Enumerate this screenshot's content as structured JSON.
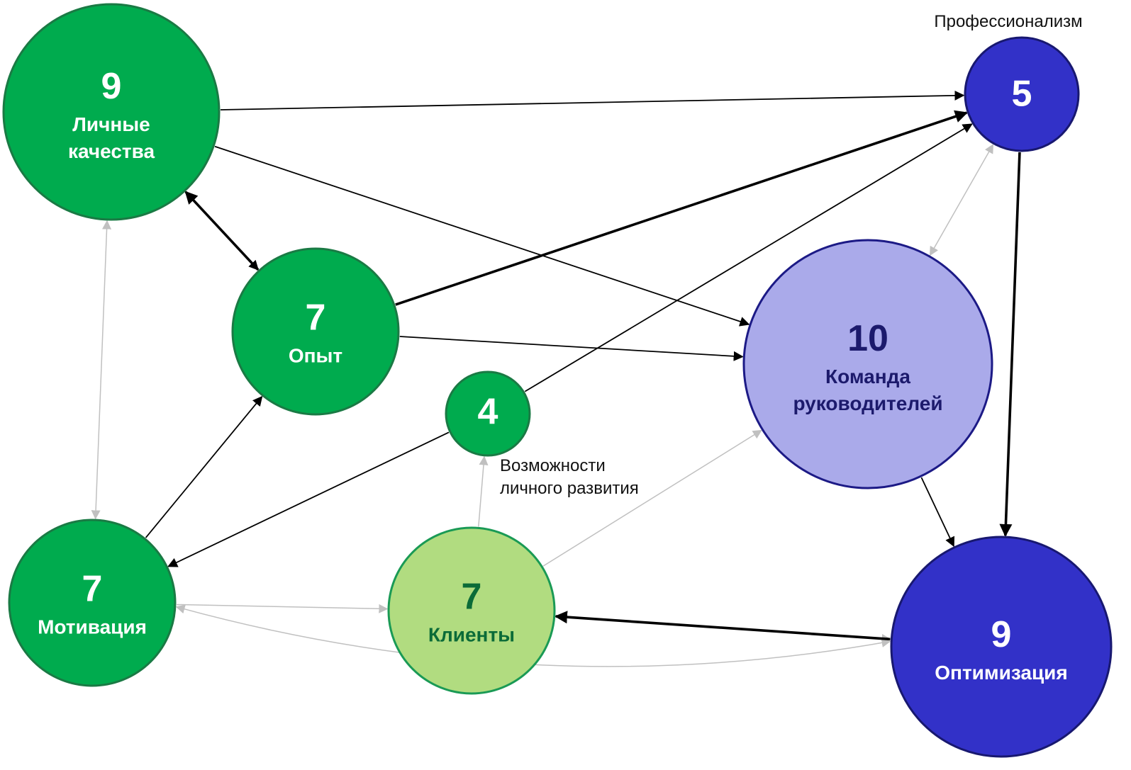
{
  "colors": {
    "green_dark": "#00ab4e",
    "green_light": "#b1dc80",
    "blue_dark": "#3231c8",
    "blue_light": "#aaaaea",
    "strong_edge": "#000000",
    "weak_edge": "#c0c0c0"
  },
  "nodes": [
    {
      "id": "personal",
      "score": "9",
      "label": [
        "Личные",
        "качества"
      ],
      "style": "green_dark"
    },
    {
      "id": "experience",
      "score": "7",
      "label": [
        "Опыт"
      ],
      "style": "green_dark"
    },
    {
      "id": "growth",
      "score": "4",
      "label": [],
      "style": "green_dark",
      "caption": [
        "Возможности",
        "личного развития"
      ]
    },
    {
      "id": "motivation",
      "score": "7",
      "label": [
        "Мотивация"
      ],
      "style": "green_dark"
    },
    {
      "id": "clients",
      "score": "7",
      "label": [
        "Клиенты"
      ],
      "style": "green_light"
    },
    {
      "id": "professionalism",
      "score": "5",
      "label": [],
      "style": "blue_dark",
      "caption": [
        "Профессионализм"
      ]
    },
    {
      "id": "team",
      "score": "10",
      "label": [
        "Команда",
        "руководителей"
      ],
      "style": "blue_light"
    },
    {
      "id": "optimization",
      "score": "9",
      "label": [
        "Оптимизация"
      ],
      "style": "blue_dark"
    }
  ],
  "edges": [
    {
      "from": "personal",
      "to": "professionalism",
      "weight": "medium",
      "direction": "forward"
    },
    {
      "from": "personal",
      "to": "team",
      "weight": "medium",
      "direction": "forward"
    },
    {
      "from": "personal",
      "to": "experience",
      "weight": "medium",
      "direction": "forward"
    },
    {
      "from": "experience",
      "to": "personal",
      "weight": "strong",
      "direction": "forward"
    },
    {
      "from": "experience",
      "to": "professionalism",
      "weight": "strong",
      "direction": "forward"
    },
    {
      "from": "experience",
      "to": "team",
      "weight": "medium",
      "direction": "forward"
    },
    {
      "from": "growth",
      "to": "professionalism",
      "weight": "medium",
      "direction": "forward"
    },
    {
      "from": "growth",
      "to": "motivation",
      "weight": "medium",
      "direction": "forward"
    },
    {
      "from": "motivation",
      "to": "experience",
      "weight": "medium",
      "direction": "forward"
    },
    {
      "from": "motivation",
      "to": "personal",
      "weight": "weak",
      "direction": "both"
    },
    {
      "from": "motivation",
      "to": "clients",
      "weight": "weak",
      "direction": "forward"
    },
    {
      "from": "optimization",
      "to": "motivation",
      "weight": "weak",
      "direction": "both"
    },
    {
      "from": "clients",
      "to": "growth",
      "weight": "weak",
      "direction": "forward"
    },
    {
      "from": "clients",
      "to": "team",
      "weight": "weak",
      "direction": "forward"
    },
    {
      "from": "clients",
      "to": "optimization",
      "weight": "weak",
      "direction": "forward"
    },
    {
      "from": "optimization",
      "to": "clients",
      "weight": "strong",
      "direction": "forward"
    },
    {
      "from": "team",
      "to": "professionalism",
      "weight": "weak",
      "direction": "both"
    },
    {
      "from": "team",
      "to": "optimization",
      "weight": "medium",
      "direction": "forward"
    },
    {
      "from": "professionalism",
      "to": "optimization",
      "weight": "strong",
      "direction": "forward"
    }
  ]
}
